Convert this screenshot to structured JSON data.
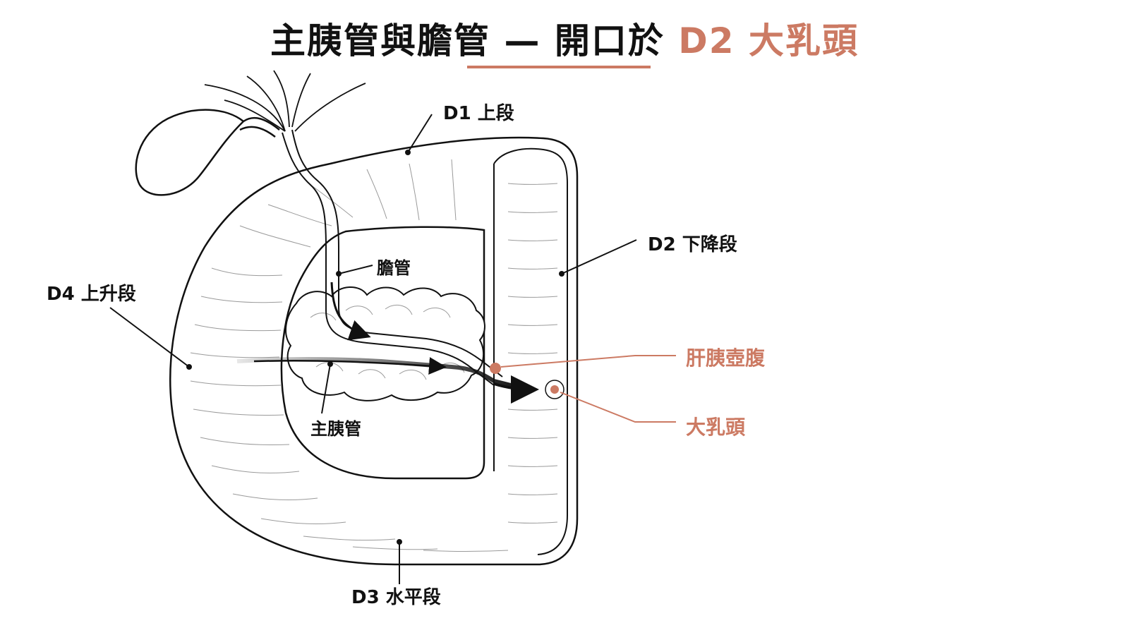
{
  "title": {
    "main": "主胰管與膽管 — 開口於 ",
    "accent": "D2 大乳頭"
  },
  "labels": {
    "d1": "D1 上段",
    "d2": "D2 下降段",
    "d3": "D3 水平段",
    "d4": "D4 上升段",
    "bile_duct": "膽管",
    "pancreatic_duct": "主胰管",
    "ampulla": "肝胰壺腹",
    "papilla": "大乳頭"
  },
  "colors": {
    "accent": "#cc7a63",
    "ink": "#111111",
    "fold": "#9a9a9a"
  }
}
